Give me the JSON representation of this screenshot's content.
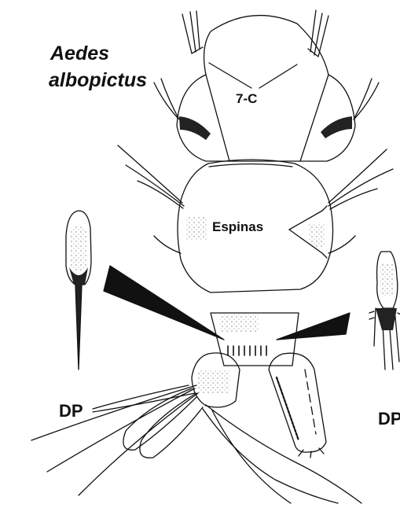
{
  "species": {
    "line1": "Aedes",
    "line2": "albopictus"
  },
  "labels": {
    "comb_7c": "7-C",
    "espinas": "Espinas",
    "dp_left": "DP",
    "dp_right": "DP"
  },
  "colors": {
    "ink": "#111111",
    "background": "#ffffff"
  }
}
